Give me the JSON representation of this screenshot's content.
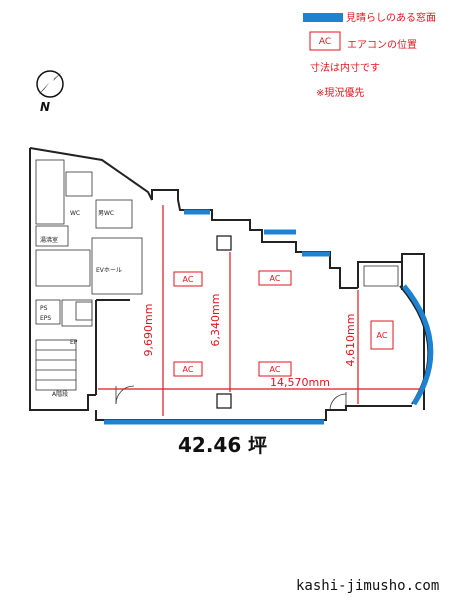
{
  "legend": {
    "window_label": "見晴らしのある窓面",
    "ac_box_label": "AC",
    "ac_label": "エアコンの位置",
    "dimension_note": "寸法は内寸です",
    "priority_note": "※現況優先",
    "window_color": "#1e82d2",
    "accent_color": "#e0161d"
  },
  "compass": {
    "label": "N"
  },
  "plan": {
    "ac_units": [
      "AC",
      "AC",
      "AC",
      "AC",
      "AC"
    ],
    "dimensions": {
      "total_depth": "9,690mm",
      "middle_depth": "6,340mm",
      "right_depth": "4,610mm",
      "width": "14,570mm"
    },
    "room_labels": {
      "wc_label": "男WC",
      "wc_label_2": "WC",
      "ev_hall": "EVホール",
      "hot_water": "湯沸室",
      "eps": "EPS",
      "ps": "PS",
      "stair": "A階段",
      "ep": "EP"
    }
  },
  "area": {
    "value": "42.46",
    "unit": "坪"
  },
  "site": {
    "url": "kashi-jimusho.com"
  }
}
